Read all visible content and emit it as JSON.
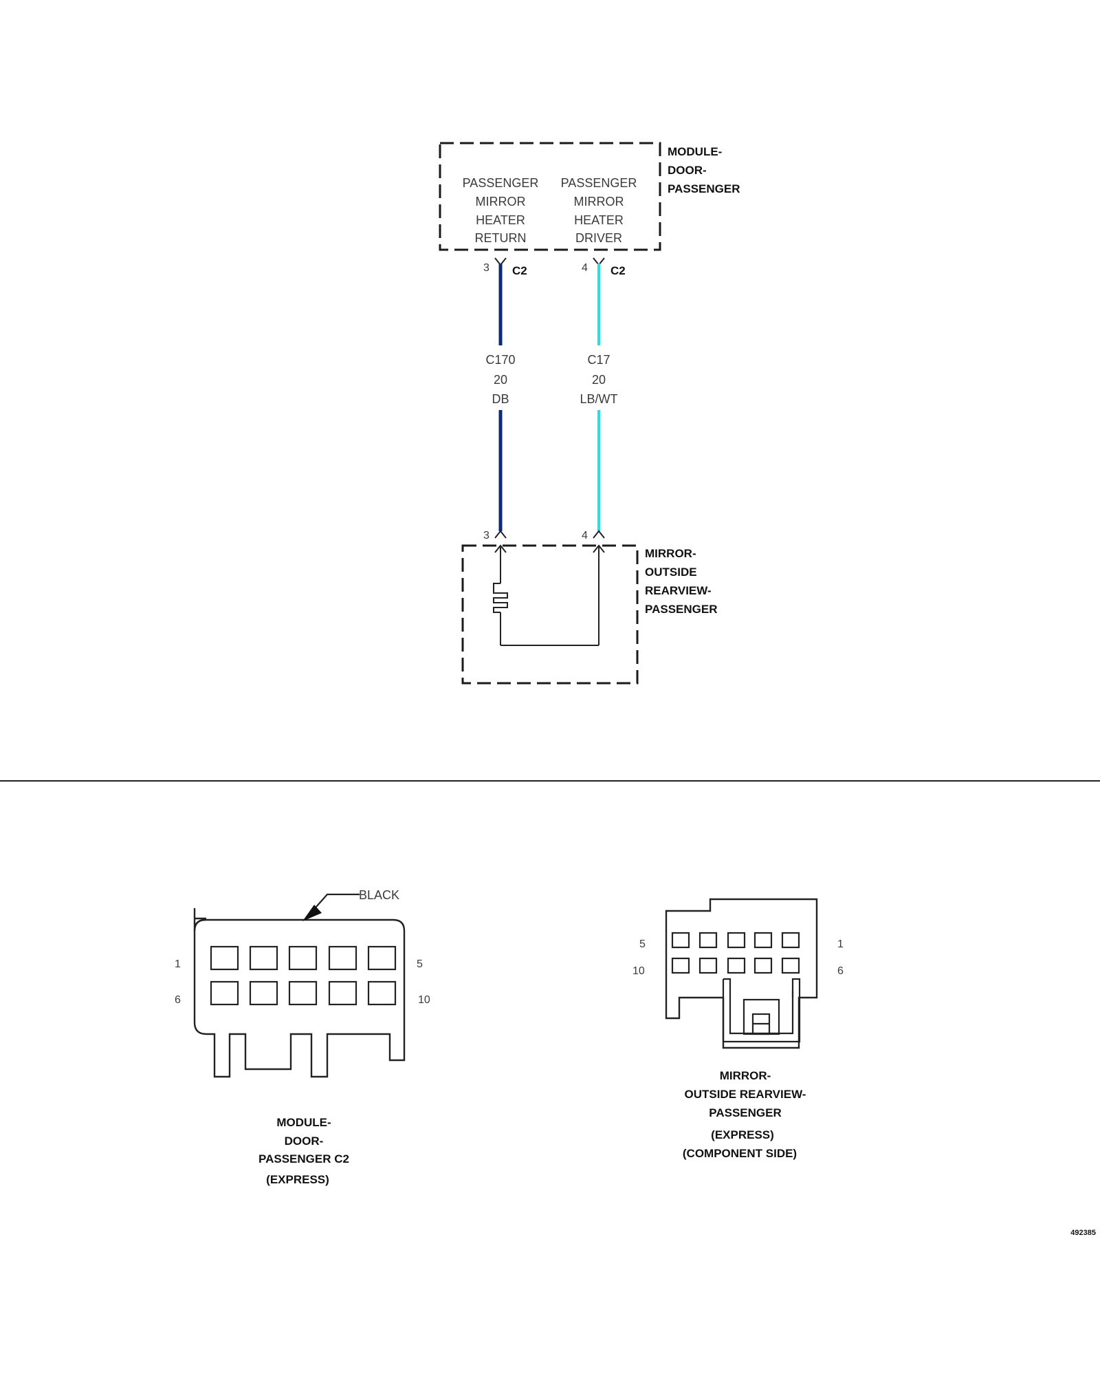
{
  "modules": {
    "door_passenger": {
      "name": [
        "MODULE-",
        "DOOR-",
        "PASSENGER"
      ],
      "functions": [
        [
          "PASSENGER",
          "MIRROR",
          "HEATER",
          "RETURN"
        ],
        [
          "PASSENGER",
          "MIRROR",
          "HEATER",
          "DRIVER"
        ]
      ]
    },
    "mirror": {
      "name": [
        "MIRROR-",
        "OUTSIDE",
        "REARVIEW-",
        "PASSENGER"
      ]
    }
  },
  "wires": [
    {
      "top_pin": "3",
      "top_connector": "C2",
      "circuit": "C170",
      "gauge": "20",
      "color_code": "DB",
      "bottom_pin": "3",
      "color": "#0b2a7a"
    },
    {
      "top_pin": "4",
      "top_connector": "C2",
      "circuit": "C17",
      "gauge": "20",
      "color_code": "LB/WT",
      "bottom_pin": "4",
      "color": "#22e0e6"
    }
  ],
  "connectors": {
    "left": {
      "pointer_label": "BLACK",
      "pins": {
        "top_left": "1",
        "top_right": "5",
        "bottom_left": "6",
        "bottom_right": "10"
      },
      "caption": [
        "MODULE-",
        "DOOR-",
        "PASSENGER C2",
        "(EXPRESS)"
      ]
    },
    "right": {
      "pins": {
        "top_left": "5",
        "top_right": "1",
        "bottom_left": "10",
        "bottom_right": "6"
      },
      "caption": [
        "MIRROR-",
        "OUTSIDE REARVIEW-",
        "PASSENGER",
        "(EXPRESS)",
        "(COMPONENT SIDE)"
      ]
    }
  },
  "figure_number": "492385"
}
